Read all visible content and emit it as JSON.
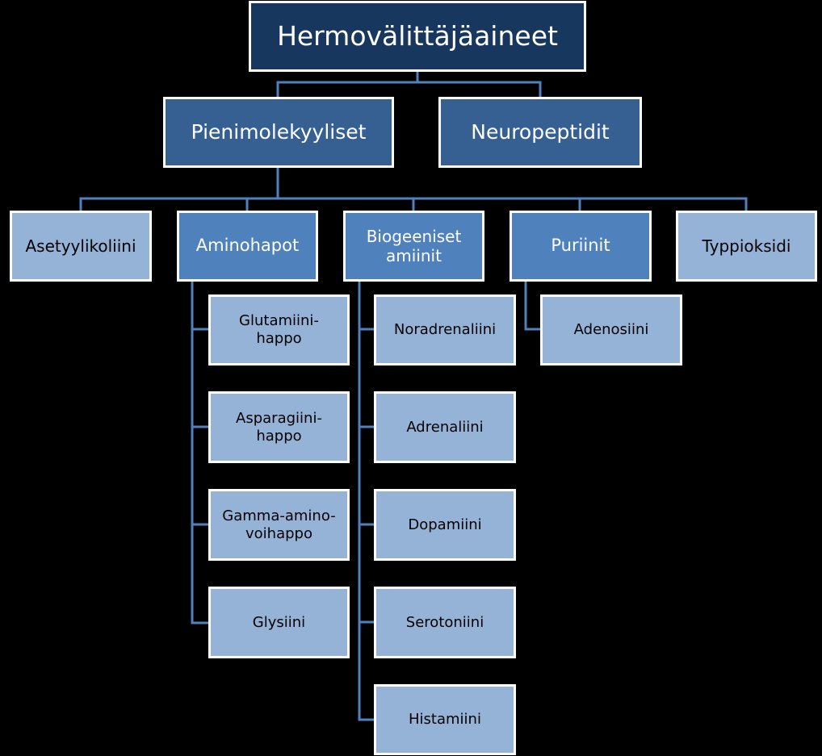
{
  "colors": {
    "background": "#000000",
    "root_fill": "#17375e",
    "level1_fill": "#366092",
    "level2_dark_fill": "#4f81bd",
    "leaf_fill": "#95b3d7",
    "border": "#ffffff",
    "connector": "#4f81bd",
    "text_light": "#ffffff",
    "text_dark": "#000000"
  },
  "diagram": {
    "root": {
      "label": "Hermovälittäjäaineet"
    },
    "level1": [
      {
        "label": "Pienimolekyyliset"
      },
      {
        "label": "Neuropeptidit"
      }
    ],
    "level2": [
      {
        "label": "Asetyylikoliini"
      },
      {
        "label": "Aminohapot"
      },
      {
        "label": "Biogeeniset\namiinit"
      },
      {
        "label": "Puriinit"
      },
      {
        "label": "Typpioksidi"
      }
    ],
    "aminohapot_children": [
      {
        "label": "Glutamiini-\nhappo"
      },
      {
        "label": "Asparagiini-\nhappo"
      },
      {
        "label": "Gamma-amino-\nvoihappo"
      },
      {
        "label": "Glysiini"
      }
    ],
    "biogeeniset_children": [
      {
        "label": "Noradrenaliini"
      },
      {
        "label": "Adrenaliini"
      },
      {
        "label": "Dopamiini"
      },
      {
        "label": "Serotoniini"
      },
      {
        "label": "Histamiini"
      }
    ],
    "puriinit_children": [
      {
        "label": "Adenosiini"
      }
    ]
  }
}
